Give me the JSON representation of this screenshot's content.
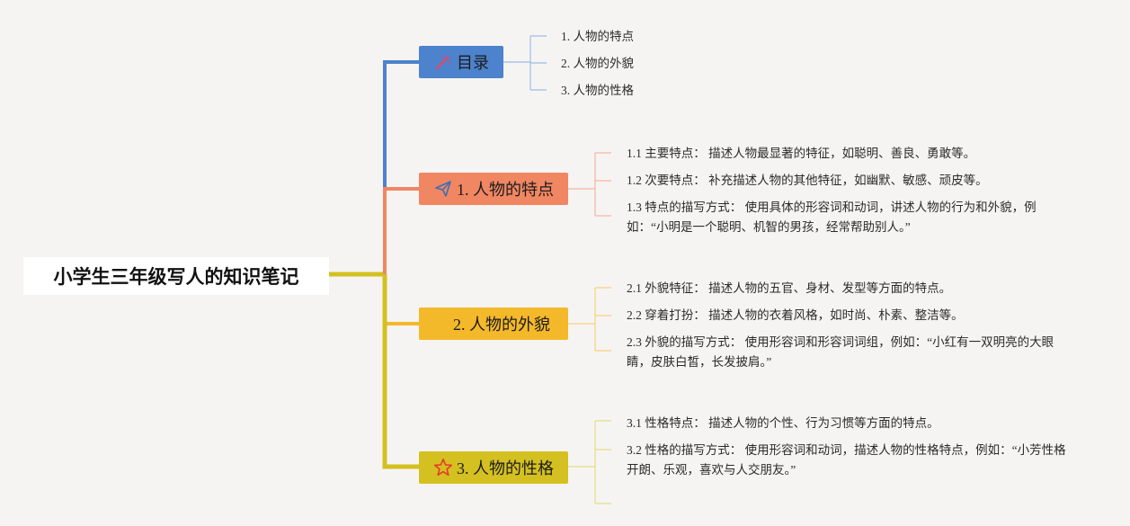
{
  "root": {
    "title": "小学生三年级写人的知识笔记"
  },
  "colors": {
    "toc": "#4d82cc",
    "b1": "#f08662",
    "b2": "#f4b92a",
    "b3": "#d4c020",
    "root_line": "#d4c020"
  },
  "toc": {
    "label": "目录",
    "icon": "magic-wand-icon",
    "items": [
      "1. 人物的特点",
      "2. 人物的外貌",
      "3. 人物的性格"
    ]
  },
  "branches": [
    {
      "label": "1. 人物的特点",
      "icon": "paper-plane-icon",
      "items": [
        "1.1 主要特点： 描述人物最显著的特征，如聪明、善良、勇敢等。",
        "1.2 次要特点： 补充描述人物的其他特征，如幽默、敏感、顽皮等。",
        "1.3 特点的描写方式： 使用具体的形容词和动词，讲述人物的行为和外貌，例如：“小明是一个聪明、机智的男孩，经常帮助别人。”"
      ]
    },
    {
      "label": "2. 人物的外貌",
      "icon": "",
      "items": [
        "2.1 外貌特征： 描述人物的五官、身材、发型等方面的特点。",
        "2.2 穿着打扮： 描述人物的衣着风格，如时尚、朴素、整洁等。",
        "2.3 外貌的描写方式： 使用形容词和形容词词组，例如：“小红有一双明亮的大眼睛，皮肤白皙，长发披肩。”"
      ]
    },
    {
      "label": "3. 人物的性格",
      "icon": "star-icon",
      "items": [
        "3.1 性格特点： 描述人物的个性、行为习惯等方面的特点。",
        "3.2 性格的描写方式： 使用形容词和动词，描述人物的性格特点，例如：“小芳性格开朗、乐观，喜欢与人交朋友。”"
      ]
    }
  ]
}
